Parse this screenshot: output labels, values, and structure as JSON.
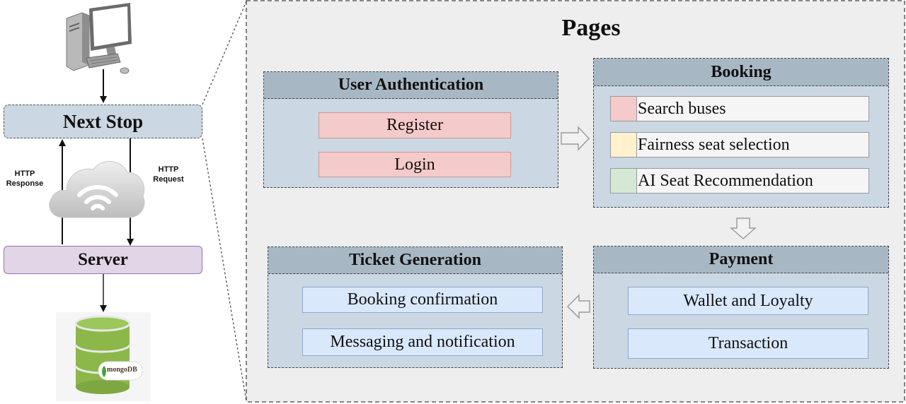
{
  "left": {
    "client_box": "Next Stop",
    "server_box": "Server",
    "http_response": [
      "HTTP",
      "Response"
    ],
    "http_request": [
      "HTTP",
      "Request"
    ],
    "db_logo_text": "mongoDB",
    "icons": [
      "desktop-computer-icon",
      "cloud-wifi-icon",
      "database-icon"
    ]
  },
  "pages": {
    "title": "Pages",
    "user_auth": {
      "header": "User Authentication",
      "items": [
        "Register",
        "Login"
      ]
    },
    "booking": {
      "header": "Booking",
      "items": [
        {
          "label": "Search buses",
          "color": "#f5caca"
        },
        {
          "label": "Fairness seat selection",
          "color": "#fff2cc"
        },
        {
          "label": "AI Seat Recommendation",
          "color": "#d5e8d4"
        }
      ]
    },
    "payment": {
      "header": "Payment",
      "items": [
        "Wallet and Loyalty",
        "Transaction"
      ]
    },
    "ticket": {
      "header": "Ticket Generation",
      "items": [
        "Booking confirmation",
        "Messaging and notification"
      ]
    }
  },
  "colors": {
    "panel_bg": "#cbd7e2",
    "panel_header": "#a8b7c4",
    "pink": "#f5caca",
    "blue": "#dae8fc",
    "server": "#e1d5e7",
    "client": "#cbd7e2"
  }
}
